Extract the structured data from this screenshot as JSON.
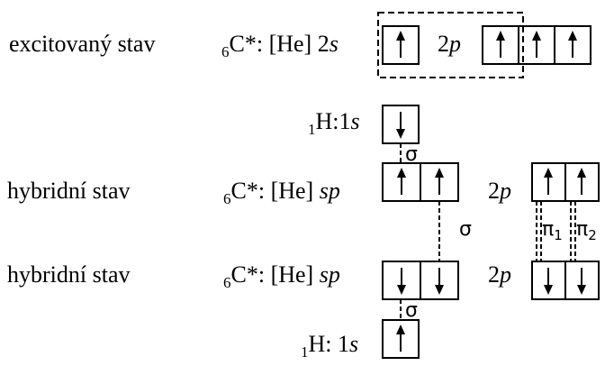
{
  "rows": {
    "excited": {
      "label": "excitovaný stav",
      "atom_sub": "6",
      "atom": "C*: [He] 2",
      "s_orbital": "s",
      "p_prefix": "2",
      "p_orbital": "p"
    },
    "hydrogen_top": {
      "sub": "1",
      "text": "H:1",
      "orbital": "s"
    },
    "hybrid_top": {
      "label": "hybridní stav",
      "atom_sub": "6",
      "atom": "C*: [He] ",
      "hyb": "sp",
      "p_prefix": "2",
      "p_orbital": "p"
    },
    "hybrid_bottom": {
      "label": "hybridní stav",
      "atom_sub": "6",
      "atom": "C*: [He] ",
      "hyb": "sp",
      "p_prefix": "2",
      "p_orbital": "p"
    },
    "hydrogen_bottom": {
      "sub": "1",
      "text": "H: 1",
      "orbital": "s"
    }
  },
  "bonds": {
    "sigma_top": "σ",
    "sigma_middle": "σ",
    "sigma_bottom": "σ",
    "pi1": "π",
    "pi1_sub": "1",
    "pi2": "π",
    "pi2_sub": "2"
  },
  "spins": {
    "excited": [
      "up",
      "up",
      "up",
      "up"
    ],
    "hydrogen_top": [
      "down"
    ],
    "hybrid_top_sp": [
      "up",
      "up"
    ],
    "hybrid_top_p": [
      "up",
      "up"
    ],
    "hybrid_bottom_sp": [
      "down",
      "down"
    ],
    "hybrid_bottom_p": [
      "down",
      "down"
    ],
    "hydrogen_bottom": [
      "up"
    ]
  }
}
